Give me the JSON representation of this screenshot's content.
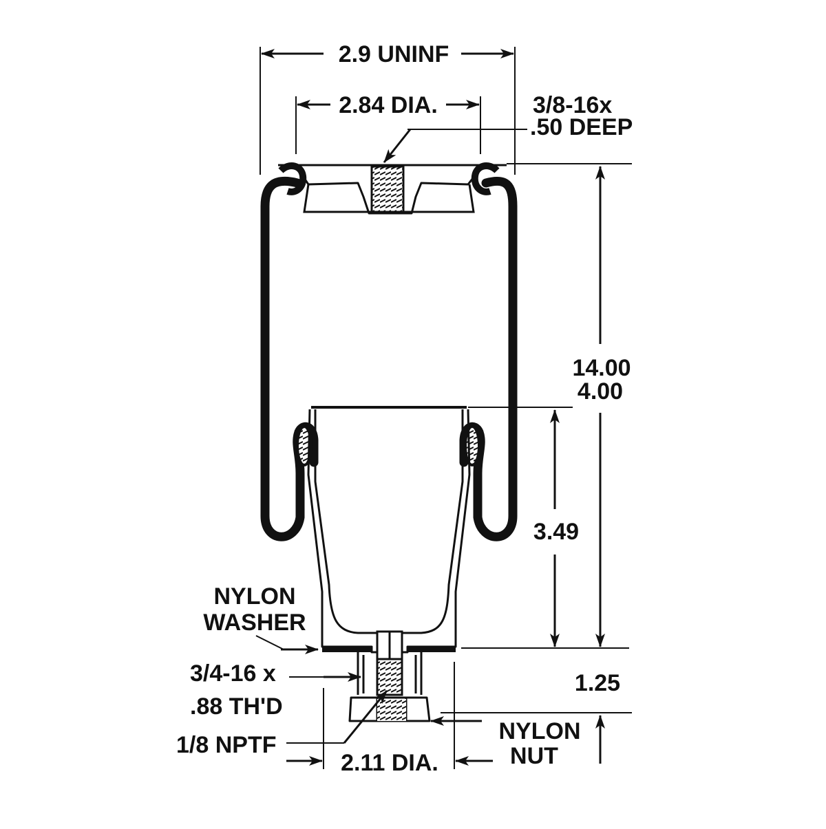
{
  "labels": {
    "width_uninflated": "2.9 UNINF",
    "bead_plate_dia": "2.84 DIA.",
    "top_thread_1": "3/8-16x",
    "top_thread_2": ".50 DEEP",
    "height_max": "14.00",
    "height_min": "4.00",
    "piston_height": "3.49",
    "nylon_washer_1": "NYLON",
    "nylon_washer_2": "WASHER",
    "stud_thread_1": "3/4-16 x",
    "stud_thread_2": ".88 TH'D",
    "stud_length": "1.25",
    "port": "1/8 NPTF",
    "base_dia": "2.11 DIA.",
    "nylon_nut_1": "NYLON",
    "nylon_nut_2": "NUT"
  },
  "colors": {
    "ink": "#111111",
    "background": "#ffffff"
  }
}
